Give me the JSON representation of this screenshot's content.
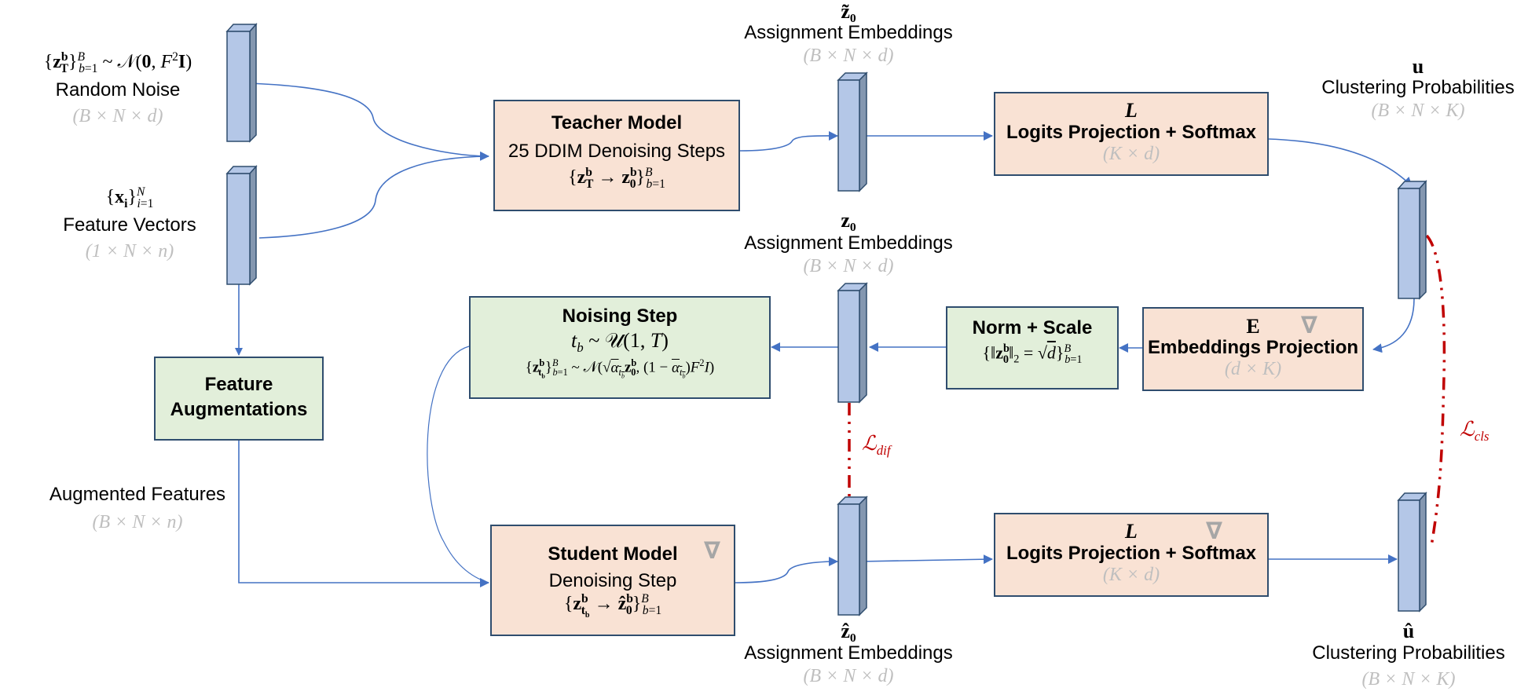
{
  "colors": {
    "teacher_box_fill": "#f9e2d4",
    "green_box_fill": "#e2efda",
    "tensor_front": "#b4c7e7",
    "tensor_side": "#8497b0",
    "tensor_border": "#2f4d6e",
    "arrow": "#4472c4",
    "loss": "#c00000",
    "dim_text": "#bfbfbf",
    "grad_symbol": "#a6a6a6"
  },
  "inputs": {
    "noise": {
      "formula": "{z_T^b}_{b=1}^B ~ 𝒩(0, F²I)",
      "name": "Random Noise",
      "dims": "(B × N × d)"
    },
    "features": {
      "formula": "{x_i}_{i=1}^N",
      "name": "Feature Vectors",
      "dims": "(1 × N × n)"
    },
    "augmented": {
      "name": "Augmented Features",
      "dims": "(B × N × n)"
    }
  },
  "boxes": {
    "teacher": {
      "title": "Teacher Model",
      "subtitle": "25 DDIM Denoising Steps",
      "formula": "{z_T^b → z_0^b}_{b=1}^B"
    },
    "augment": {
      "title_line1": "Feature",
      "title_line2": "Augmentations"
    },
    "noising": {
      "title": "Noising Step",
      "formula1": "t_b ~ 𝒰(1, T)",
      "formula2": "{z_{t_b}^b}_{b=1}^B ~ 𝒩(√ᾱ_{t_b} z_0^b, (1 − ᾱ_{t_b})F²I)"
    },
    "norm": {
      "title": "Norm + Scale",
      "formula": "{‖z_0^b‖₂ = √d}_{b=1}^B"
    },
    "embed": {
      "symbol": "E",
      "title": "Embeddings Projection",
      "dims": "(d × K)",
      "trainable": true
    },
    "logits_teacher": {
      "symbol": "L",
      "title": "Logits Projection + Softmax",
      "dims": "(K × d)",
      "trainable": false
    },
    "student": {
      "title": "Student Model",
      "subtitle": "Denoising Step",
      "formula": "{z_{t_b}^b → ẑ_0^b}_{b=1}^B",
      "trainable": true
    },
    "logits_student": {
      "symbol": "L",
      "title": "Logits Projection + Softmax",
      "dims": "(K × d)",
      "trainable": true
    }
  },
  "tensors": {
    "z0_tilde": {
      "symbol": "z̃₀",
      "name": "Assignment Embeddings",
      "dims": "(B × N × d)"
    },
    "z0": {
      "symbol": "z₀",
      "name": "Assignment Embeddings",
      "dims": "(B × N × d)"
    },
    "z0_hat": {
      "symbol": "ẑ₀",
      "name": "Assignment Embeddings",
      "dims": "(B × N × d)"
    },
    "u": {
      "symbol": "u",
      "name": "Clustering Probabilities",
      "dims": "(B × N × K)"
    },
    "u_hat": {
      "symbol": "û",
      "name": "Clustering Probabilities",
      "dims": "(B × N × K)"
    }
  },
  "losses": {
    "dif": "dif",
    "cls": "cls",
    "script_L": "ℒ"
  },
  "icons": {
    "gradient": "∇"
  }
}
